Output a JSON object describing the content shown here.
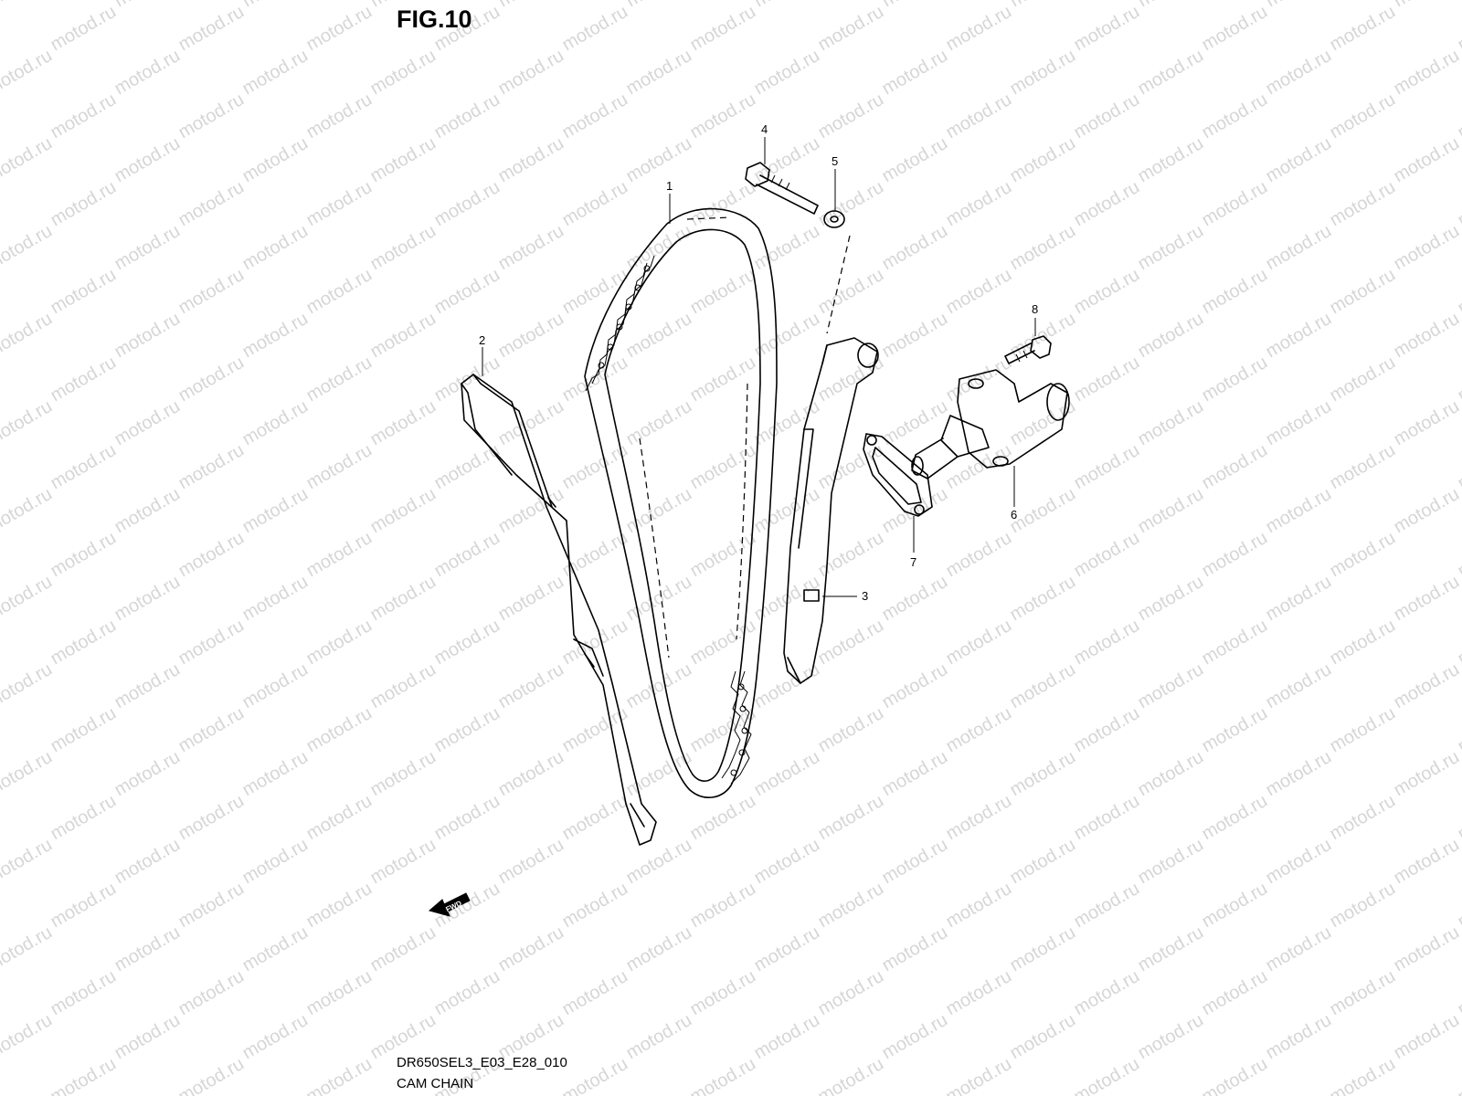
{
  "figure": {
    "title": "FIG.10",
    "code": "DR650SEL3_E03_E28_010",
    "name": "CAM CHAIN"
  },
  "watermark": {
    "text": "motod.ru",
    "color": "#d6d6d6"
  },
  "parts": [
    {
      "ref": "1"
    },
    {
      "ref": "2"
    },
    {
      "ref": "3"
    },
    {
      "ref": "4"
    },
    {
      "ref": "5"
    },
    {
      "ref": "6"
    },
    {
      "ref": "7"
    },
    {
      "ref": "8"
    }
  ],
  "direction_marker": {
    "text": "FWD"
  }
}
